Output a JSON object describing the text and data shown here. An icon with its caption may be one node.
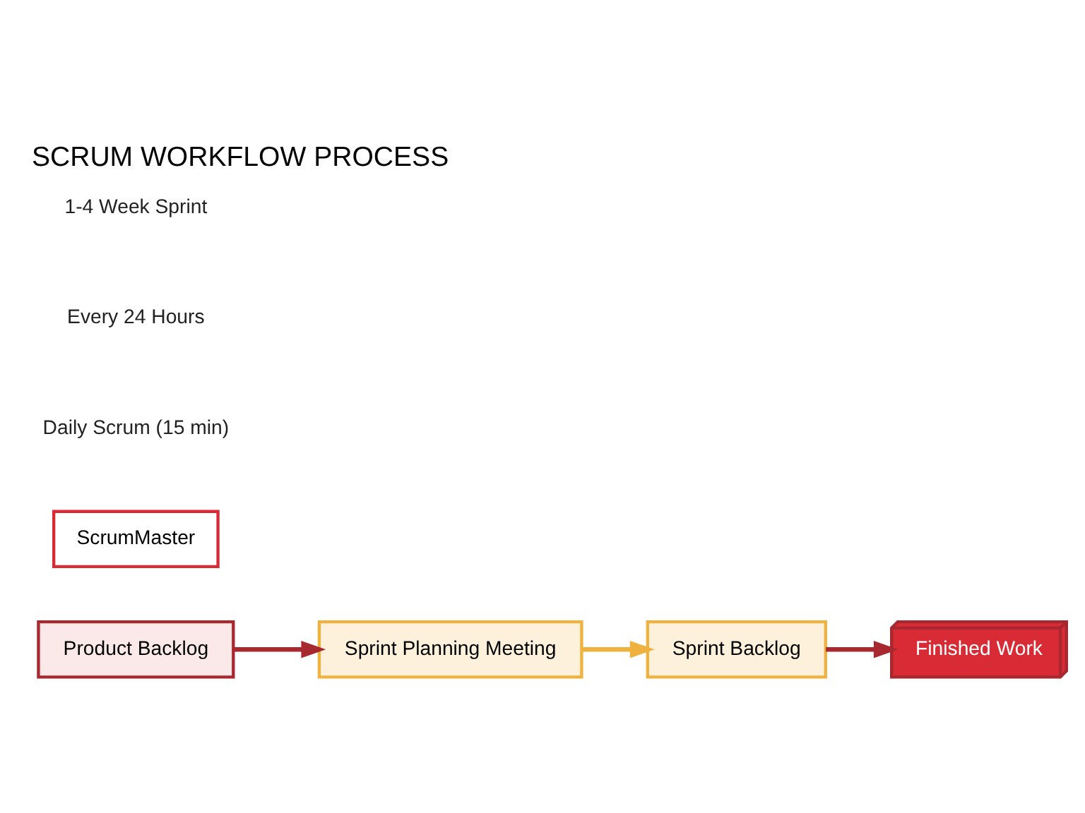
{
  "diagram": {
    "title": "SCRUM WORKFLOW PROCESS",
    "nodes": [
      {
        "text": [
          "Product Backlog"
        ]
      },
      {
        "text": [
          "Sprint Planning Meeting"
        ]
      },
      {
        "text": [
          "Sprint Backlog"
        ]
      },
      {
        "text": [
          "Finished Work"
        ]
      },
      {
        "text": [
          "ScrumMaster"
        ]
      }
    ],
    "edges": [
      {
        "from": 0,
        "to": 1,
        "arrow": "to"
      },
      {
        "from": 1,
        "to": 2,
        "arrow": "to",
        "color": "#f0b23e"
      },
      {
        "from": 2,
        "to": 3,
        "arrow": "to"
      }
    ],
    "labels": [
      "Daily Scrum (15 min)",
      "Every 24 Hours",
      "1-4 Week Sprint"
    ]
  }
}
